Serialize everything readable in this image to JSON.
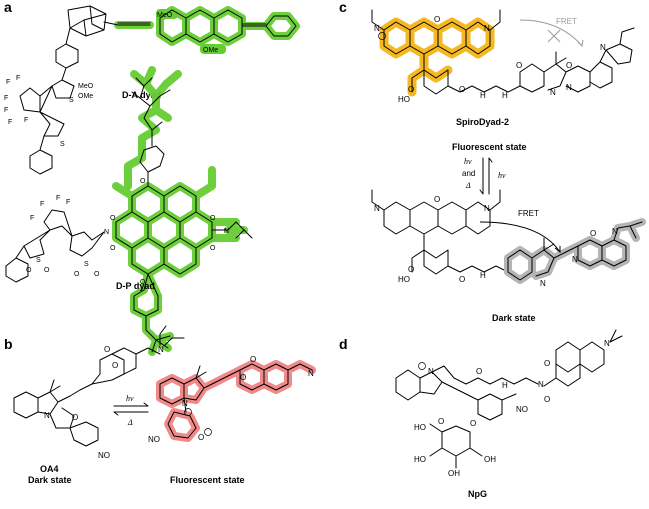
{
  "panels": {
    "a": {
      "label": "a",
      "da_caption": "D-A dyad",
      "dp_caption": "D-P dyad",
      "atoms": {
        "ome": "OMe",
        "meo": "MeO",
        "f": "F",
        "s": "S",
        "o": "O",
        "n": "N"
      }
    },
    "b": {
      "label": "b",
      "compound": "OA4",
      "dark_caption": "Dark state",
      "fluor_caption": "Fluorescent state",
      "hv": "hν",
      "delta": "Δ",
      "atoms": {
        "o": "O",
        "n": "N",
        "no2": "NO",
        "o_minus": "O"
      }
    },
    "c": {
      "label": "c",
      "compound": "SpiroDyad-2",
      "fluor_caption": "Fluorescent state",
      "dark_caption": "Dark state",
      "hv_left": "hν",
      "and": "and",
      "delta": "Δ",
      "hv_right": "hν",
      "fret_top": "FRET",
      "fret_bottom": "FRET",
      "atoms": {
        "o": "O",
        "n": "N",
        "ho": "HO",
        "h": "H"
      }
    },
    "d": {
      "label": "d",
      "compound": "NpG",
      "atoms": {
        "o": "O",
        "n": "N",
        "ho": "HO",
        "oh": "OH",
        "h": "H",
        "no2": "NO"
      }
    }
  }
}
